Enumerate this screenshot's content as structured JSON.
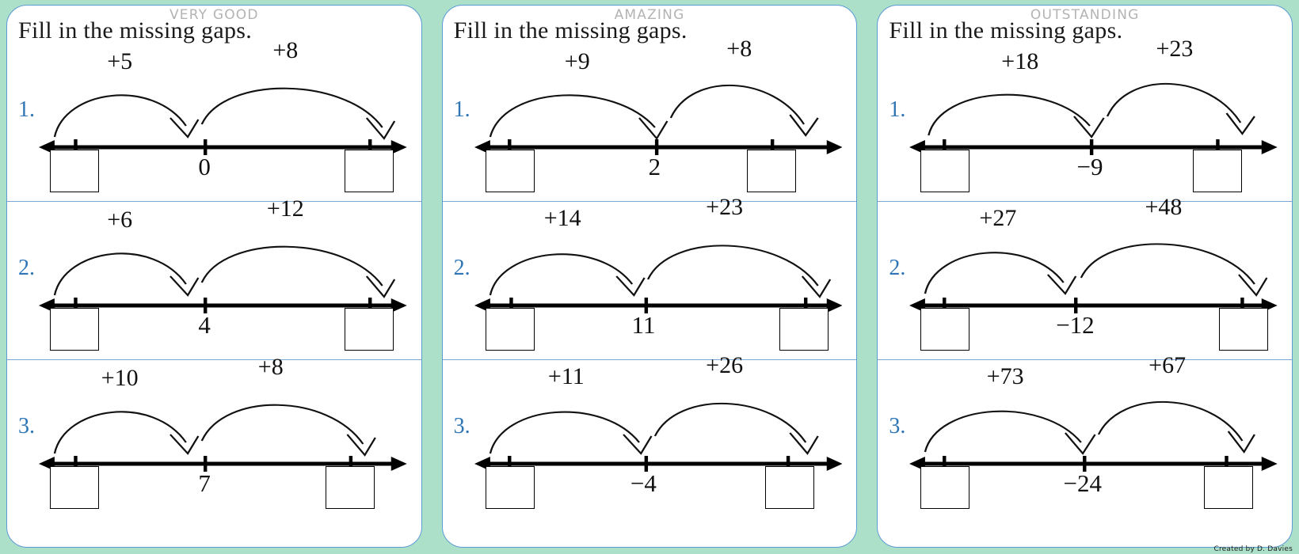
{
  "worksheet": {
    "footer_credit": "Created by D. Davies",
    "background_color": "#ace0c9",
    "card_border_color": "#5b9bd5",
    "question_number_color": "#2e75b6",
    "level_label_color": "#b3b3b3"
  },
  "cards": [
    {
      "level_label": "VERY GOOD",
      "prompt": "Fill in the missing gaps.",
      "problems": [
        {
          "number": "1.",
          "jump1_label": "+5",
          "jump2_label": "+8",
          "left_box_value": "",
          "center_value": "0",
          "right_box_value": ""
        },
        {
          "number": "2.",
          "jump1_label": "+6",
          "jump2_label": "+12",
          "left_box_value": "",
          "center_value": "4",
          "right_box_value": ""
        },
        {
          "number": "3.",
          "jump1_label": "+10",
          "jump2_label": "+8",
          "left_box_value": "",
          "center_value": "7",
          "right_box_value": ""
        }
      ]
    },
    {
      "level_label": "AMAZING",
      "prompt": "Fill in the missing gaps.",
      "problems": [
        {
          "number": "1.",
          "jump1_label": "+9",
          "jump2_label": "+8",
          "left_box_value": "",
          "center_value": "2",
          "right_box_value": ""
        },
        {
          "number": "2.",
          "jump1_label": "+14",
          "jump2_label": "+23",
          "left_box_value": "",
          "center_value": "11",
          "right_box_value": ""
        },
        {
          "number": "3.",
          "jump1_label": "+11",
          "jump2_label": "+26",
          "left_box_value": "",
          "center_value": "−4",
          "right_box_value": ""
        }
      ]
    },
    {
      "level_label": "OUTSTANDING",
      "prompt": "Fill in the missing gaps.",
      "problems": [
        {
          "number": "1.",
          "jump1_label": "+18",
          "jump2_label": "+23",
          "left_box_value": "",
          "center_value": "−9",
          "right_box_value": ""
        },
        {
          "number": "2.",
          "jump1_label": "+27",
          "jump2_label": "+48",
          "left_box_value": "",
          "center_value": "−12",
          "right_box_value": ""
        },
        {
          "number": "3.",
          "jump1_label": "+73",
          "jump2_label": "+67",
          "left_box_value": "",
          "center_value": "−24",
          "right_box_value": ""
        }
      ]
    }
  ]
}
